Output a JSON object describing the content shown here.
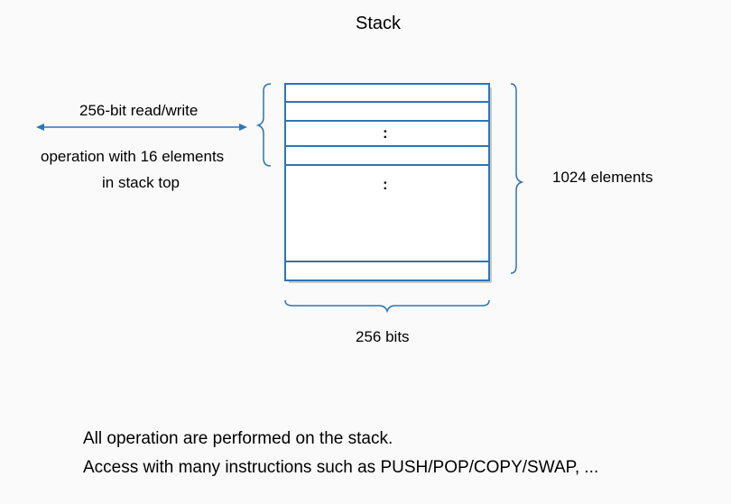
{
  "title": "Stack",
  "left_annotation": {
    "rw": "256-bit read/write",
    "line1": "operation with 16 elements",
    "line2": "in stack top"
  },
  "right_annotation": "1024 elements",
  "bottom_annotation": "256 bits",
  "ellipsis": ":",
  "notes": [
    "All operation are performed on the stack.",
    "Access with many instructions such as PUSH/POP/COPY/SWAP, ..."
  ],
  "colors": {
    "line": "#2e75b6",
    "text": "#000000"
  }
}
